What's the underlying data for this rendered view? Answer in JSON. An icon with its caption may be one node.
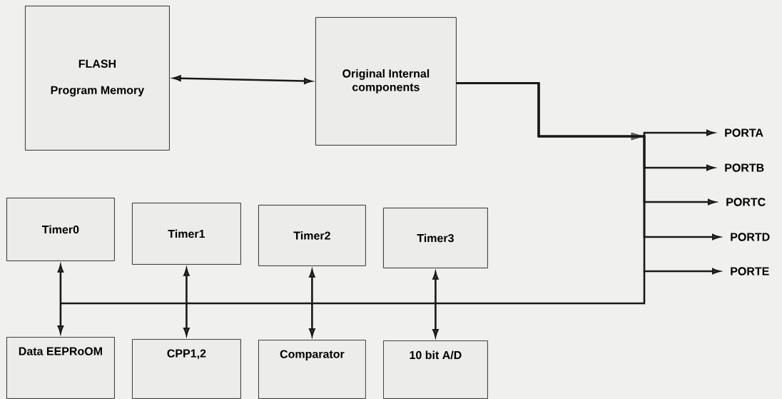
{
  "diagram": {
    "nodes": [
      {
        "text": [
          "FLASH",
          "Program Memory"
        ]
      },
      {
        "text": [
          "Original Internal components"
        ]
      },
      {
        "text": [
          "Timer0"
        ]
      },
      {
        "text": [
          "Timer1"
        ]
      },
      {
        "text": [
          "Timer2"
        ]
      },
      {
        "text": [
          "Timer3"
        ]
      },
      {
        "text": [
          "Data EEPRoOM"
        ]
      },
      {
        "text": [
          "CPP1,2"
        ]
      },
      {
        "text": [
          "Comparator"
        ]
      },
      {
        "text": [
          "10 bit A/D"
        ]
      },
      {
        "text": [
          "PORTA"
        ]
      },
      {
        "text": [
          "PORTB"
        ]
      },
      {
        "text": [
          "PORTC"
        ]
      },
      {
        "text": [
          "PORTD"
        ]
      },
      {
        "text": [
          "PORTE"
        ]
      }
    ],
    "edges": [
      {
        "from": 0,
        "to": 1,
        "arrow": "both"
      },
      {
        "from": 1,
        "to": 10,
        "arrow": "to"
      },
      {
        "from": 1,
        "to": 11,
        "arrow": "to"
      },
      {
        "from": 1,
        "to": 12,
        "arrow": "to"
      },
      {
        "from": 1,
        "to": 13,
        "arrow": "to"
      },
      {
        "from": 1,
        "to": 14,
        "arrow": "to"
      },
      {
        "from": 2,
        "to": 6,
        "arrow": "both"
      },
      {
        "from": 3,
        "to": 7,
        "arrow": "both"
      },
      {
        "from": 4,
        "to": 8,
        "arrow": "both"
      },
      {
        "from": 5,
        "to": 9,
        "arrow": "both"
      }
    ]
  }
}
